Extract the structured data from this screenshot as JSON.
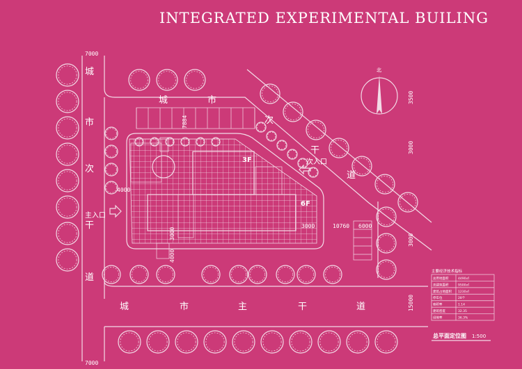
{
  "title": "INTEGRATED EXPERIMENTAL BUILING",
  "road_labels": {
    "left": [
      "城",
      "市",
      "次",
      "干",
      "道"
    ],
    "top": [
      "城",
      "市"
    ],
    "diagonal": [
      "次",
      "干",
      "道"
    ],
    "bottom": [
      "城",
      "市",
      "主",
      "干",
      "道"
    ]
  },
  "entrances": {
    "main": "主入口",
    "secondary": "次入口"
  },
  "buildings": {
    "low": "3F",
    "high": "6F"
  },
  "dimensions": {
    "top_left": "7000",
    "bottom_left": "7000",
    "right_1": "3500",
    "right_2": "3000",
    "right_3": "3000",
    "right_4": "15000",
    "inner_a": "3000",
    "inner_b": "10760",
    "inner_c": "6000",
    "inner_d": "3000",
    "inner_e": "4000",
    "left_gap": "4000",
    "top_gap": "7884"
  },
  "north_label": "北",
  "table_title": "主要经济技术指标",
  "table_rows": [
    [
      "总用地面积",
      "4490㎡"
    ],
    [
      "总建筑面积",
      "9500㎡"
    ],
    [
      "建筑占地面积",
      "1230㎡"
    ],
    [
      "停车位",
      "28个"
    ],
    [
      "容积率",
      "1.14"
    ],
    [
      "建筑密度",
      "32.35"
    ],
    [
      "绿地率",
      "36.3%"
    ]
  ],
  "plan_caption": "总平面定位图",
  "plan_scale": "1:500"
}
